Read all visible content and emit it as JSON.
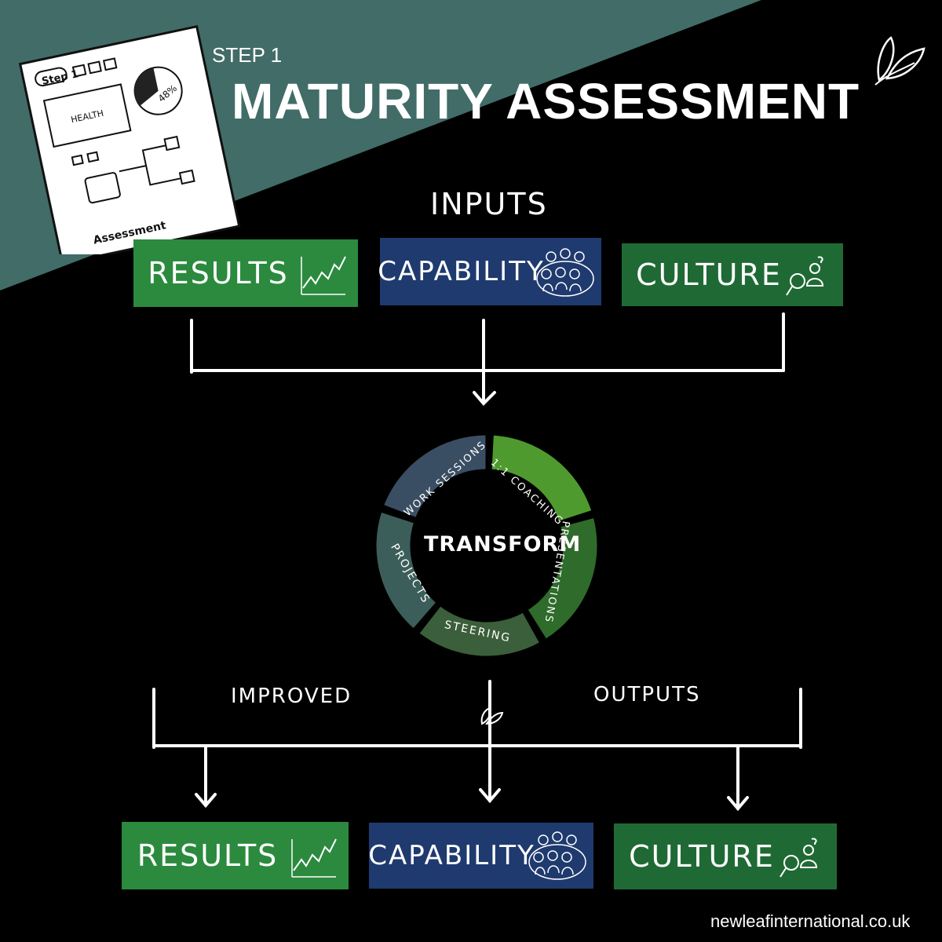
{
  "header": {
    "step": "STEP 1",
    "title": "MATURITY ASSESSMENT"
  },
  "thumbnail": {
    "step_tag": "Step 1",
    "health": "Health",
    "percent": "48%",
    "caption": "Assessment"
  },
  "inputs_label": "INPUTS",
  "inputs": [
    {
      "label": "RESULTS",
      "icon": "chart-icon",
      "color": "#2b8a3e"
    },
    {
      "label": "CAPABILITY",
      "icon": "people-icon",
      "color": "#1f3a6e"
    },
    {
      "label": "CULTURE",
      "icon": "magnifier-person-icon",
      "color": "#1f6a34"
    }
  ],
  "cycle": {
    "center": "TRANSFORM",
    "segments": [
      {
        "label": "1:1 COACHING",
        "color": "#4f9a2e"
      },
      {
        "label": "PRESENTATIONS",
        "color": "#2f6b2a"
      },
      {
        "label": "STEERING",
        "color": "#3b5e3b"
      },
      {
        "label": "PROJECTS",
        "color": "#3c5e5a"
      },
      {
        "label": "WORK SESSIONS",
        "color": "#3a4e63"
      }
    ]
  },
  "outputs_left": "IMPROVED",
  "outputs_right": "OUTPUTS",
  "outputs": [
    {
      "label": "RESULTS",
      "icon": "chart-icon",
      "color": "#2b8a3e"
    },
    {
      "label": "CAPABILITY",
      "icon": "people-icon",
      "color": "#1f3a6e"
    },
    {
      "label": "CULTURE",
      "icon": "magnifier-person-icon",
      "color": "#1f6a34"
    }
  ],
  "footer_url": "newleafinternational.co.uk",
  "colors": {
    "teal": "#426c68",
    "background": "#000000"
  }
}
